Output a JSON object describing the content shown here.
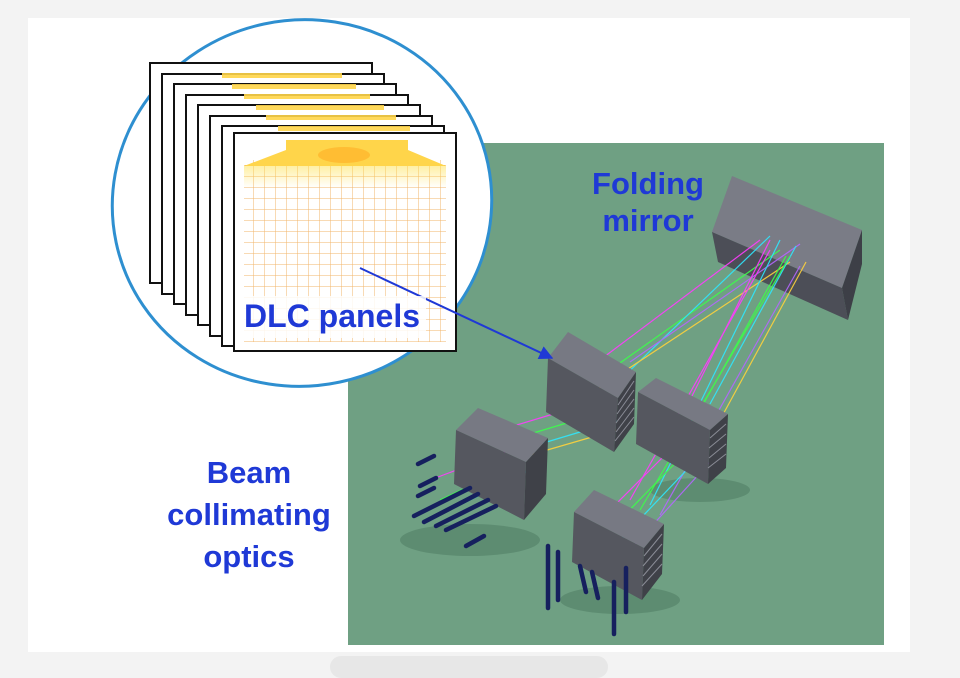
{
  "labels": {
    "folding": "Folding\nmirror",
    "dlc": "DLC panels",
    "beam": "Beam\ncollimating\noptics"
  },
  "colors": {
    "background_plate": "#6fa083",
    "label_text": "#1f39d6",
    "ellipse": "#2e8fd0",
    "block": "#5a5c66",
    "panel_grid": "#f2a33a",
    "panel_highlight": "#ffe04a"
  }
}
